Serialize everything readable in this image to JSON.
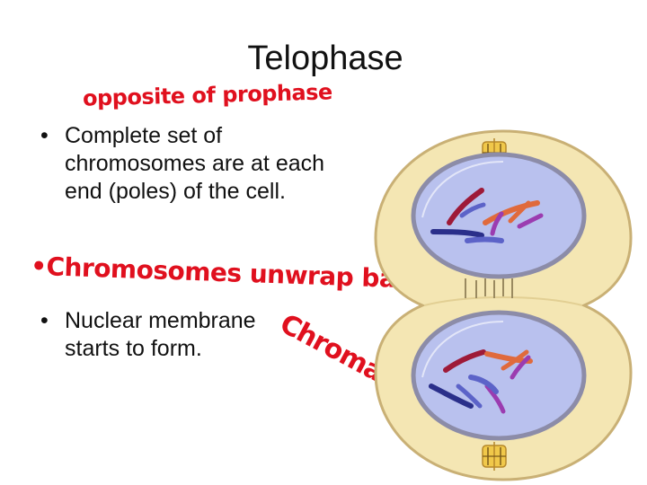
{
  "slide": {
    "title": "Telophase",
    "bullets": [
      {
        "marker": "•",
        "text": "Complete set of chromosomes are at each end (poles) of the cell."
      },
      {
        "marker": "•",
        "text": "Nuclear membrane starts to form."
      }
    ],
    "annotations": {
      "note_opposite": "opposite of prophase",
      "note_chromosomes": "•Chromosomes unwrap back to",
      "note_chromatin": "Chromatin"
    }
  },
  "illustration": {
    "subject": "cell in telophase with two forming nuclei",
    "colors": {
      "cytoplasm": "#f4e6b3",
      "cell_outline": "#c9b075",
      "nucleus_fill": "#b9c1ee",
      "nucleus_rim": "#8c8ca8",
      "chromosome_red": "#9e1a38",
      "chromosome_orange": "#e06a3c",
      "chromosome_purple": "#9b3cb0",
      "chromosome_navy": "#2a2f8a",
      "chromosome_blue": "#5c63c8",
      "annotation_red": "#e0101e"
    }
  }
}
